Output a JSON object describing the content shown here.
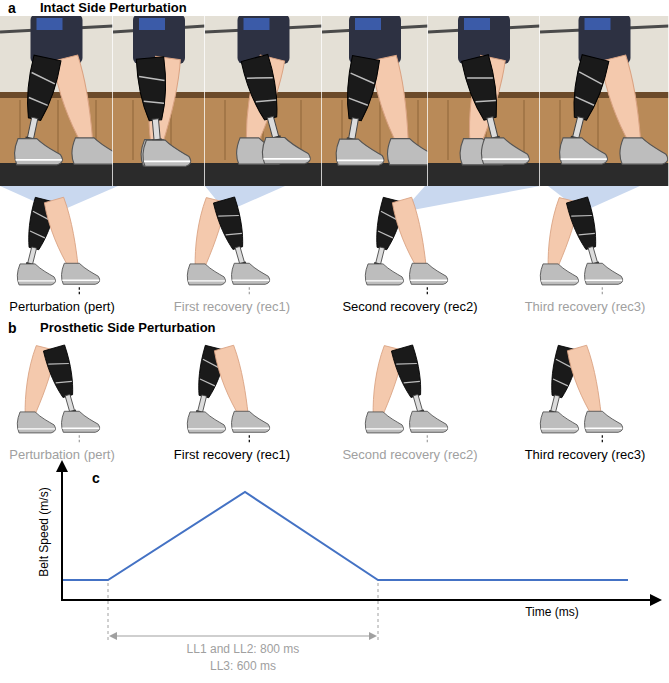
{
  "diagram": {
    "labels": [
      "a",
      "Intact Side Perturbation",
      "Perturbation (pert)",
      "First recovery (rec1)",
      "Second recovery (rec2)",
      "Third recovery (rec3)",
      "b",
      "Prosthetic Side Perturbation",
      "Perturbation (pert)",
      "First recovery (rec1)",
      "Second recovery (rec2)",
      "Third recovery (rec3)",
      "c",
      "Belt Speed (m/s)",
      "Time (ms)",
      "LL1 and LL2: 800 ms",
      "LL3: 600 ms"
    ]
  }
}
